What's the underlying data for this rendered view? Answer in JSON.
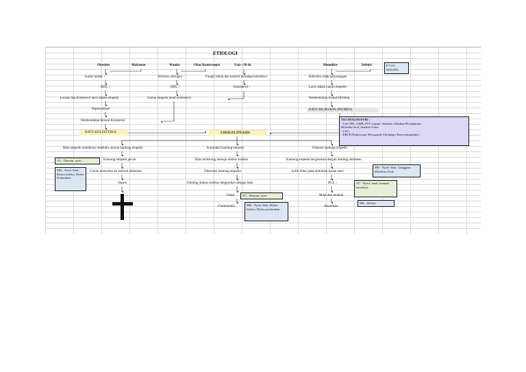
{
  "title": "ETIOLOGI",
  "top_labels": {
    "obesitas": "Obesitas",
    "makanan": "Makanan",
    "wanita": "Wanita",
    "obat": "Obat Kontrasepsi",
    "usia": "Usia >50 th",
    "hemolisis": "Hemolisis",
    "infeksi": "Infeksi",
    "ecoli": "E.Coli, klebsiella"
  },
  "left_branch": {
    "kadar_lemak": "Kadar lemak",
    "hormon": "Hormon estrogen",
    "fungsi": "Fungsi tubuh dan kontrol terhadap kolesterol",
    "hdl1": "HDL",
    "hdl2": "HDL",
    "kolesterol": "Kolesterol",
    "lemak_kolesterol": "Lemak dan Kolesterol larut dalam empedu",
    "cairan_jenuh": "Cairan empedu jenuh kolesterol",
    "hipersaturasi": "Hipersaturasi",
    "pembentukan_kristal": "Pembentukan Kristal Kolesterol",
    "batu_kolesterol": "BATU KOLESTEROL"
  },
  "right_branch": {
    "bilirubin": "Bilirubin tidak terkonjugasi",
    "larut": "Larut dalam cairan empedu",
    "pembentukan_bilirubin": "Pembentukan kristal bilirubin",
    "batu_bilirubin": "BATU BILIRUBIN (PIGMEN)"
  },
  "center": {
    "cholelitiasis": "CHOLELITIASIS"
  },
  "tes": {
    "heading": "TES DIAGNOSTIK :",
    "line1": "- Lab CBC, CMB, PTT, Lipase, Amilase, Alkaline Phosphatase,",
    "line2": "Bilirubin total, Analisis Urine",
    "line3": "- USG",
    "line4": "- ERCP (Endoscopic Retrograde Cholangio-Pancreatography)"
  },
  "col1": {
    "batu_membesar": "Batu empedu membesar melebihi ukuran kantung empedu",
    "tg": "TG : Demam, nyeri",
    "kantung_pecah": "Kantung empedu pecah",
    "mk": "MK : Nyeri Akut, Risiko infeksi, Risiko Perdarahan",
    "cairan_menyebar": "Cairan menyebar ke seluruh abdomen",
    "sepsis": "Sepsis"
  },
  "col2": {
    "kontraksi": "Kontraksi kantung empedu",
    "batu_terdorong": "Batu terdorong menuju duktus sistikus",
    "obstruksi": "Obstruksi kantung empedu",
    "dinding": "Dinding duktus sistikus bergesekan dengan batu",
    "iritasi": "Iritasi",
    "tg": "TG : Demam, nyeri",
    "cholesistitis": "Cholesistitis",
    "mk": "MK : Nyeri Akut, Risiko Infeksi, Risiko perdarahan"
  },
  "col3": {
    "distensi": "Distensi kantung empedu",
    "bergesekan": "Kantung empedu bergesekan dengan dinding abdomen",
    "mk1": "MK : Nyeri Akut, Gangguan Mobilitas Fisik",
    "kolik": "kolik bilier pada abdomen kanan atas",
    "hcl": "HCL",
    "tg": "TG : Nyeri, mual, muntah, anoreksia",
    "mual": "Mual dan muntah",
    "mk2": "MK : Defisit",
    "anoreksia": "Anoreksia"
  }
}
